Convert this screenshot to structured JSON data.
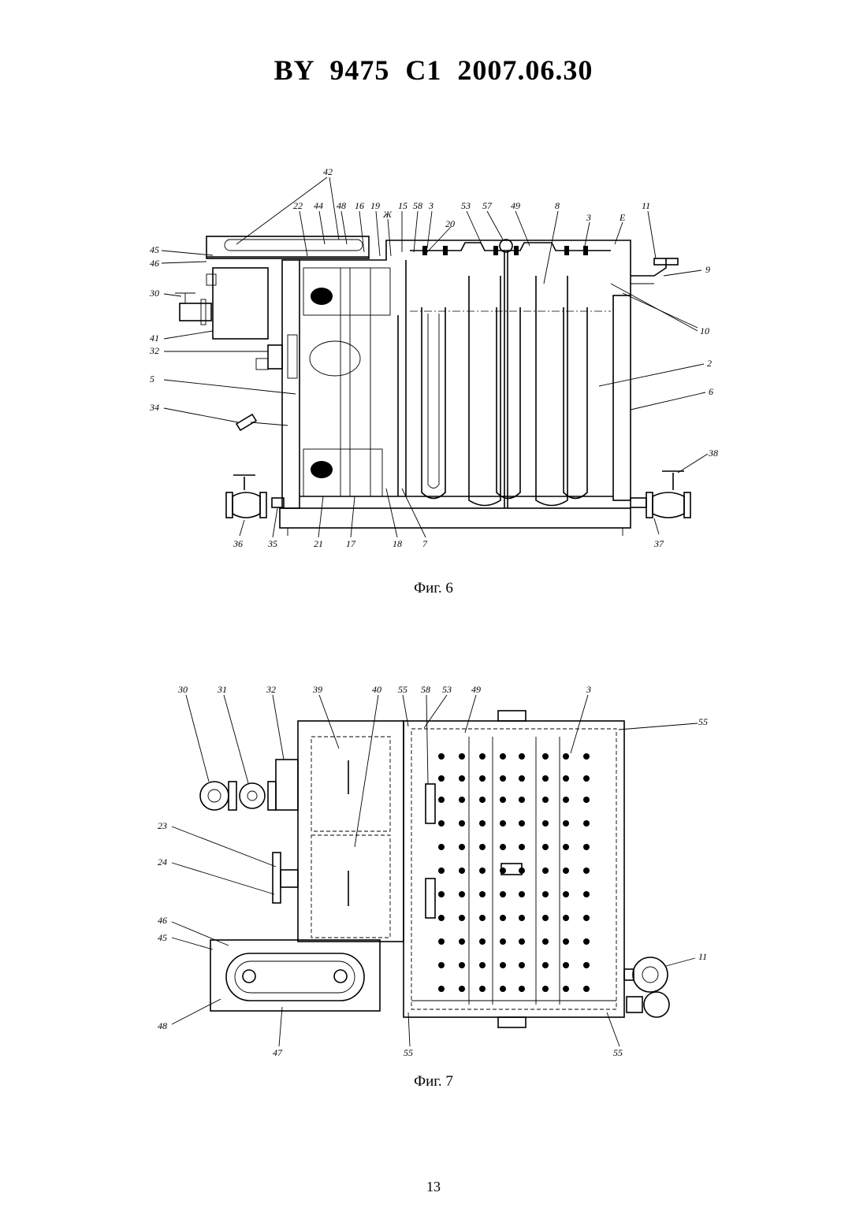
{
  "header": "BY  9475  C1  2007.06.30",
  "fig6": {
    "caption": "Фиг. 6",
    "labels": [
      "42",
      "22",
      "44",
      "48",
      "16",
      "19",
      "Ж",
      "15",
      "58",
      "3",
      "53",
      "57",
      "49",
      "8",
      "3",
      "Е",
      "11",
      "20",
      "45",
      "46",
      "9",
      "30",
      "10",
      "41",
      "32",
      "2",
      "5",
      "6",
      "34",
      "38",
      "36",
      "35",
      "21",
      "17",
      "18",
      "7",
      "37"
    ]
  },
  "fig7": {
    "caption": "Фиг. 7",
    "labels": [
      "30",
      "31",
      "32",
      "39",
      "40",
      "55",
      "58",
      "53",
      "49",
      "3",
      "55",
      "23",
      "24",
      "46",
      "45",
      "11",
      "48",
      "47",
      "55",
      "55"
    ]
  },
  "page_number": "13"
}
